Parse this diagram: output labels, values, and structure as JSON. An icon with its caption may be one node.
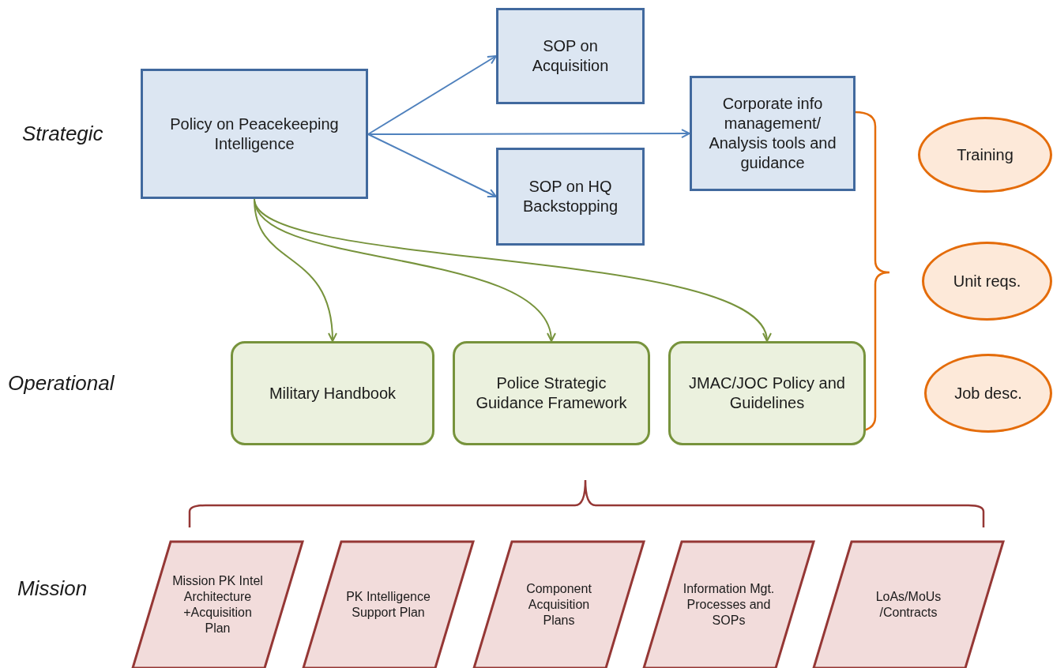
{
  "diagram": {
    "nodes": [
      {
        "text": [
          "Policy on Peacekeeping Intelligence"
        ]
      },
      {
        "text": [
          "SOP on Acquisition"
        ]
      },
      {
        "text": [
          "SOP on HQ Backstopping"
        ]
      },
      {
        "text": [
          "Corporate info management/ Analysis tools and guidance"
        ]
      },
      {
        "text": [
          "Training"
        ]
      },
      {
        "text": [
          "Unit reqs."
        ]
      },
      {
        "text": [
          "Job desc."
        ]
      },
      {
        "text": [
          "Military Handbook"
        ]
      },
      {
        "text": [
          "Police Strategic Guidance Framework"
        ]
      },
      {
        "text": [
          "JMAC/JOC Policy and Guidelines"
        ]
      },
      {
        "text": [
          "Mission PK Intel Architecture +Acquisition Plan"
        ]
      },
      {
        "text": [
          "PK Intelligence Support Plan"
        ]
      },
      {
        "text": [
          "Component Acquisition Plans"
        ]
      },
      {
        "text": [
          "Information Mgt. Processes and SOPs"
        ]
      },
      {
        "text": [
          "LoAs/MoUs /Contracts"
        ]
      }
    ],
    "edges": [
      {
        "from": 0,
        "to": 1,
        "arrow": "to",
        "color": "#4f81bd"
      },
      {
        "from": 0,
        "to": 3,
        "arrow": "to",
        "color": "#4f81bd"
      },
      {
        "from": 0,
        "to": 2,
        "arrow": "to",
        "color": "#4f81bd"
      },
      {
        "from": 0,
        "to": 7,
        "arrow": "to",
        "color": "#77933c"
      },
      {
        "from": 0,
        "to": 8,
        "arrow": "to",
        "color": "#77933c"
      },
      {
        "from": 0,
        "to": 9,
        "arrow": "to",
        "color": "#77933c"
      }
    ],
    "labels": [
      "Strategic",
      "Operational",
      "Mission"
    ]
  }
}
